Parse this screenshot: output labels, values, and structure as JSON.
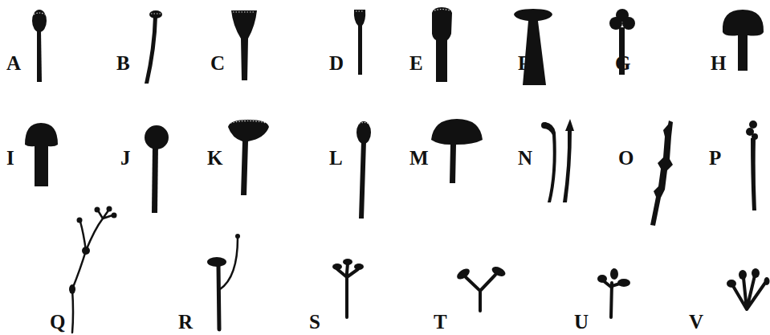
{
  "diagram": {
    "labels": [
      "A",
      "B",
      "C",
      "D",
      "E",
      "F",
      "G",
      "H",
      "I",
      "J",
      "K",
      "L",
      "M",
      "N",
      "O",
      "P",
      "Q",
      "R",
      "S",
      "T",
      "U",
      "V"
    ]
  }
}
